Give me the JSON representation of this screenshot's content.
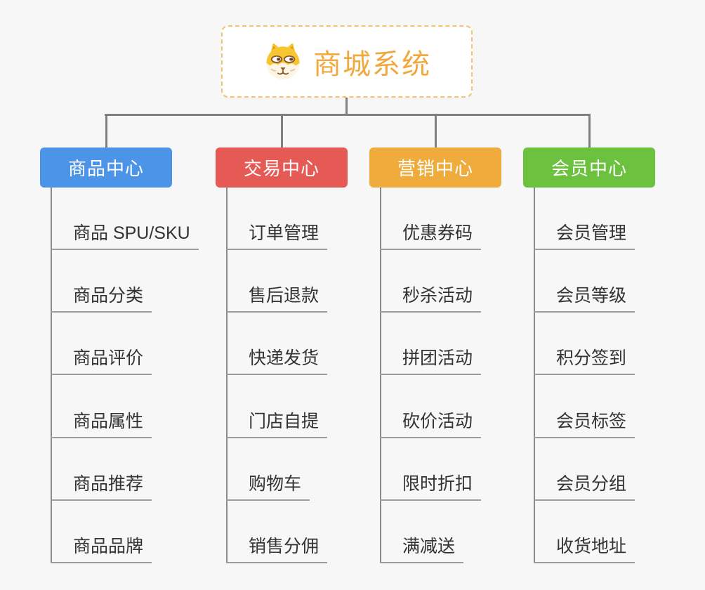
{
  "root": {
    "title": "商城系统",
    "icon": "dog-face-icon"
  },
  "branches": [
    {
      "label": "商品中心",
      "color": "#4b94e8",
      "items": [
        "商品 SPU/SKU",
        "商品分类",
        "商品评价",
        "商品属性",
        "商品推荐",
        "商品品牌"
      ]
    },
    {
      "label": "交易中心",
      "color": "#e65a55",
      "items": [
        "订单管理",
        "售后退款",
        "快递发货",
        "门店自提",
        "购物车",
        "销售分佣"
      ]
    },
    {
      "label": "营销中心",
      "color": "#efac3c",
      "items": [
        "优惠券码",
        "秒杀活动",
        "拼团活动",
        "砍价活动",
        "限时折扣",
        "满减送"
      ]
    },
    {
      "label": "会员中心",
      "color": "#6cc13f",
      "items": [
        "会员管理",
        "会员等级",
        "积分签到",
        "会员标签",
        "会员分组",
        "收货地址"
      ]
    }
  ],
  "style": {
    "background": "#f7f7f7",
    "connector_color": "#808080",
    "underline_color": "#9c9c9c",
    "root_accent": "#f0a93f",
    "root_border": "#f5c46e",
    "item_text_color": "#333333"
  }
}
